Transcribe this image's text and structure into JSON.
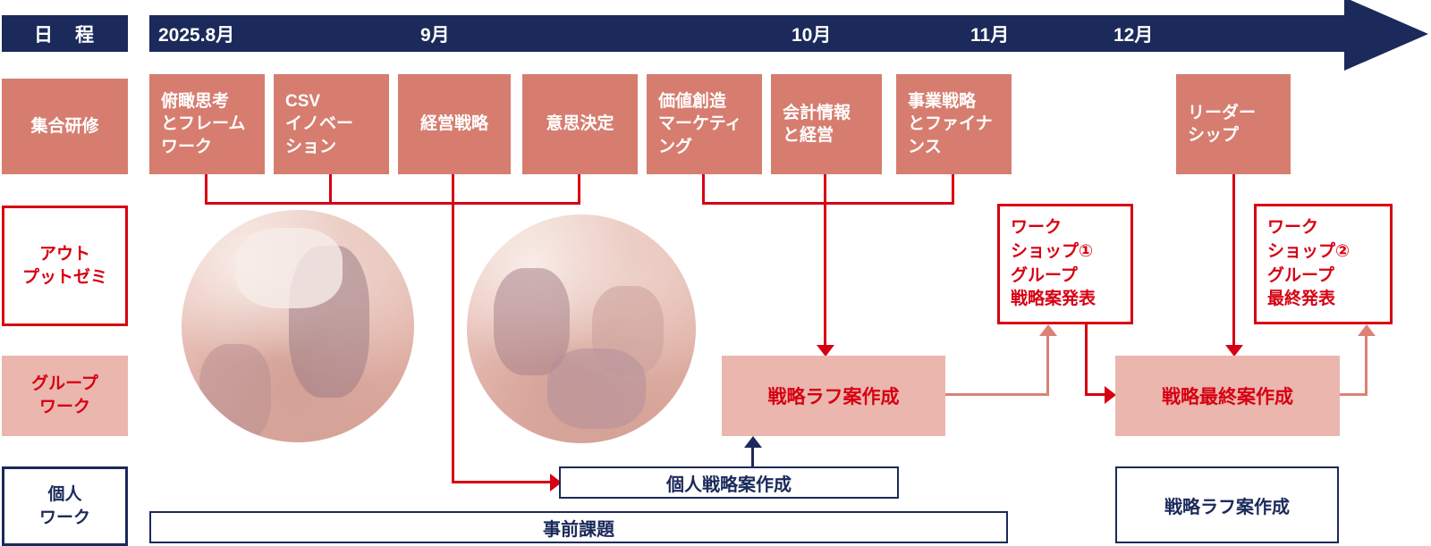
{
  "colors": {
    "navy": "#1b2a5a",
    "salmon_box": "#d67d70",
    "salmon_light_box": "#eab6ae",
    "red": "#d70012",
    "salmon_arrow": "#dc8276"
  },
  "timeline": {
    "schedule_label": "日　程",
    "months": [
      "2025.8月",
      "9月",
      "10月",
      "11月",
      "12月"
    ]
  },
  "row_labels": {
    "group_training": "集合研修",
    "output_seminar": "アウト\nプットゼミ",
    "group_work": "グループ\nワーク",
    "individual_work": "個人\nワーク"
  },
  "courses": [
    {
      "text": "俯瞰思考\nとフレーム\nワーク"
    },
    {
      "text": "CSV\nイノベー\nション"
    },
    {
      "text": "経営戦略"
    },
    {
      "text": "意思決定"
    },
    {
      "text": "価値創造\nマーケティ\nング"
    },
    {
      "text": "会計情報\nと経営"
    },
    {
      "text": "事業戦略\nとファイナ\nンス"
    },
    {
      "text": "リーダー\nシップ"
    }
  ],
  "workshops": [
    {
      "text": "ワーク\nショップ①\nグループ\n戦略案発表"
    },
    {
      "text": "ワーク\nショップ②\nグループ\n最終発表"
    }
  ],
  "group_work_boxes": {
    "rough_draft": "戦略ラフ案作成",
    "final_draft": "戦略最終案作成"
  },
  "individual_work_boxes": {
    "personal_strategy": "個人戦略案作成",
    "pre_assignment": "事前課題",
    "rough_draft": "戦略ラフ案作成"
  }
}
